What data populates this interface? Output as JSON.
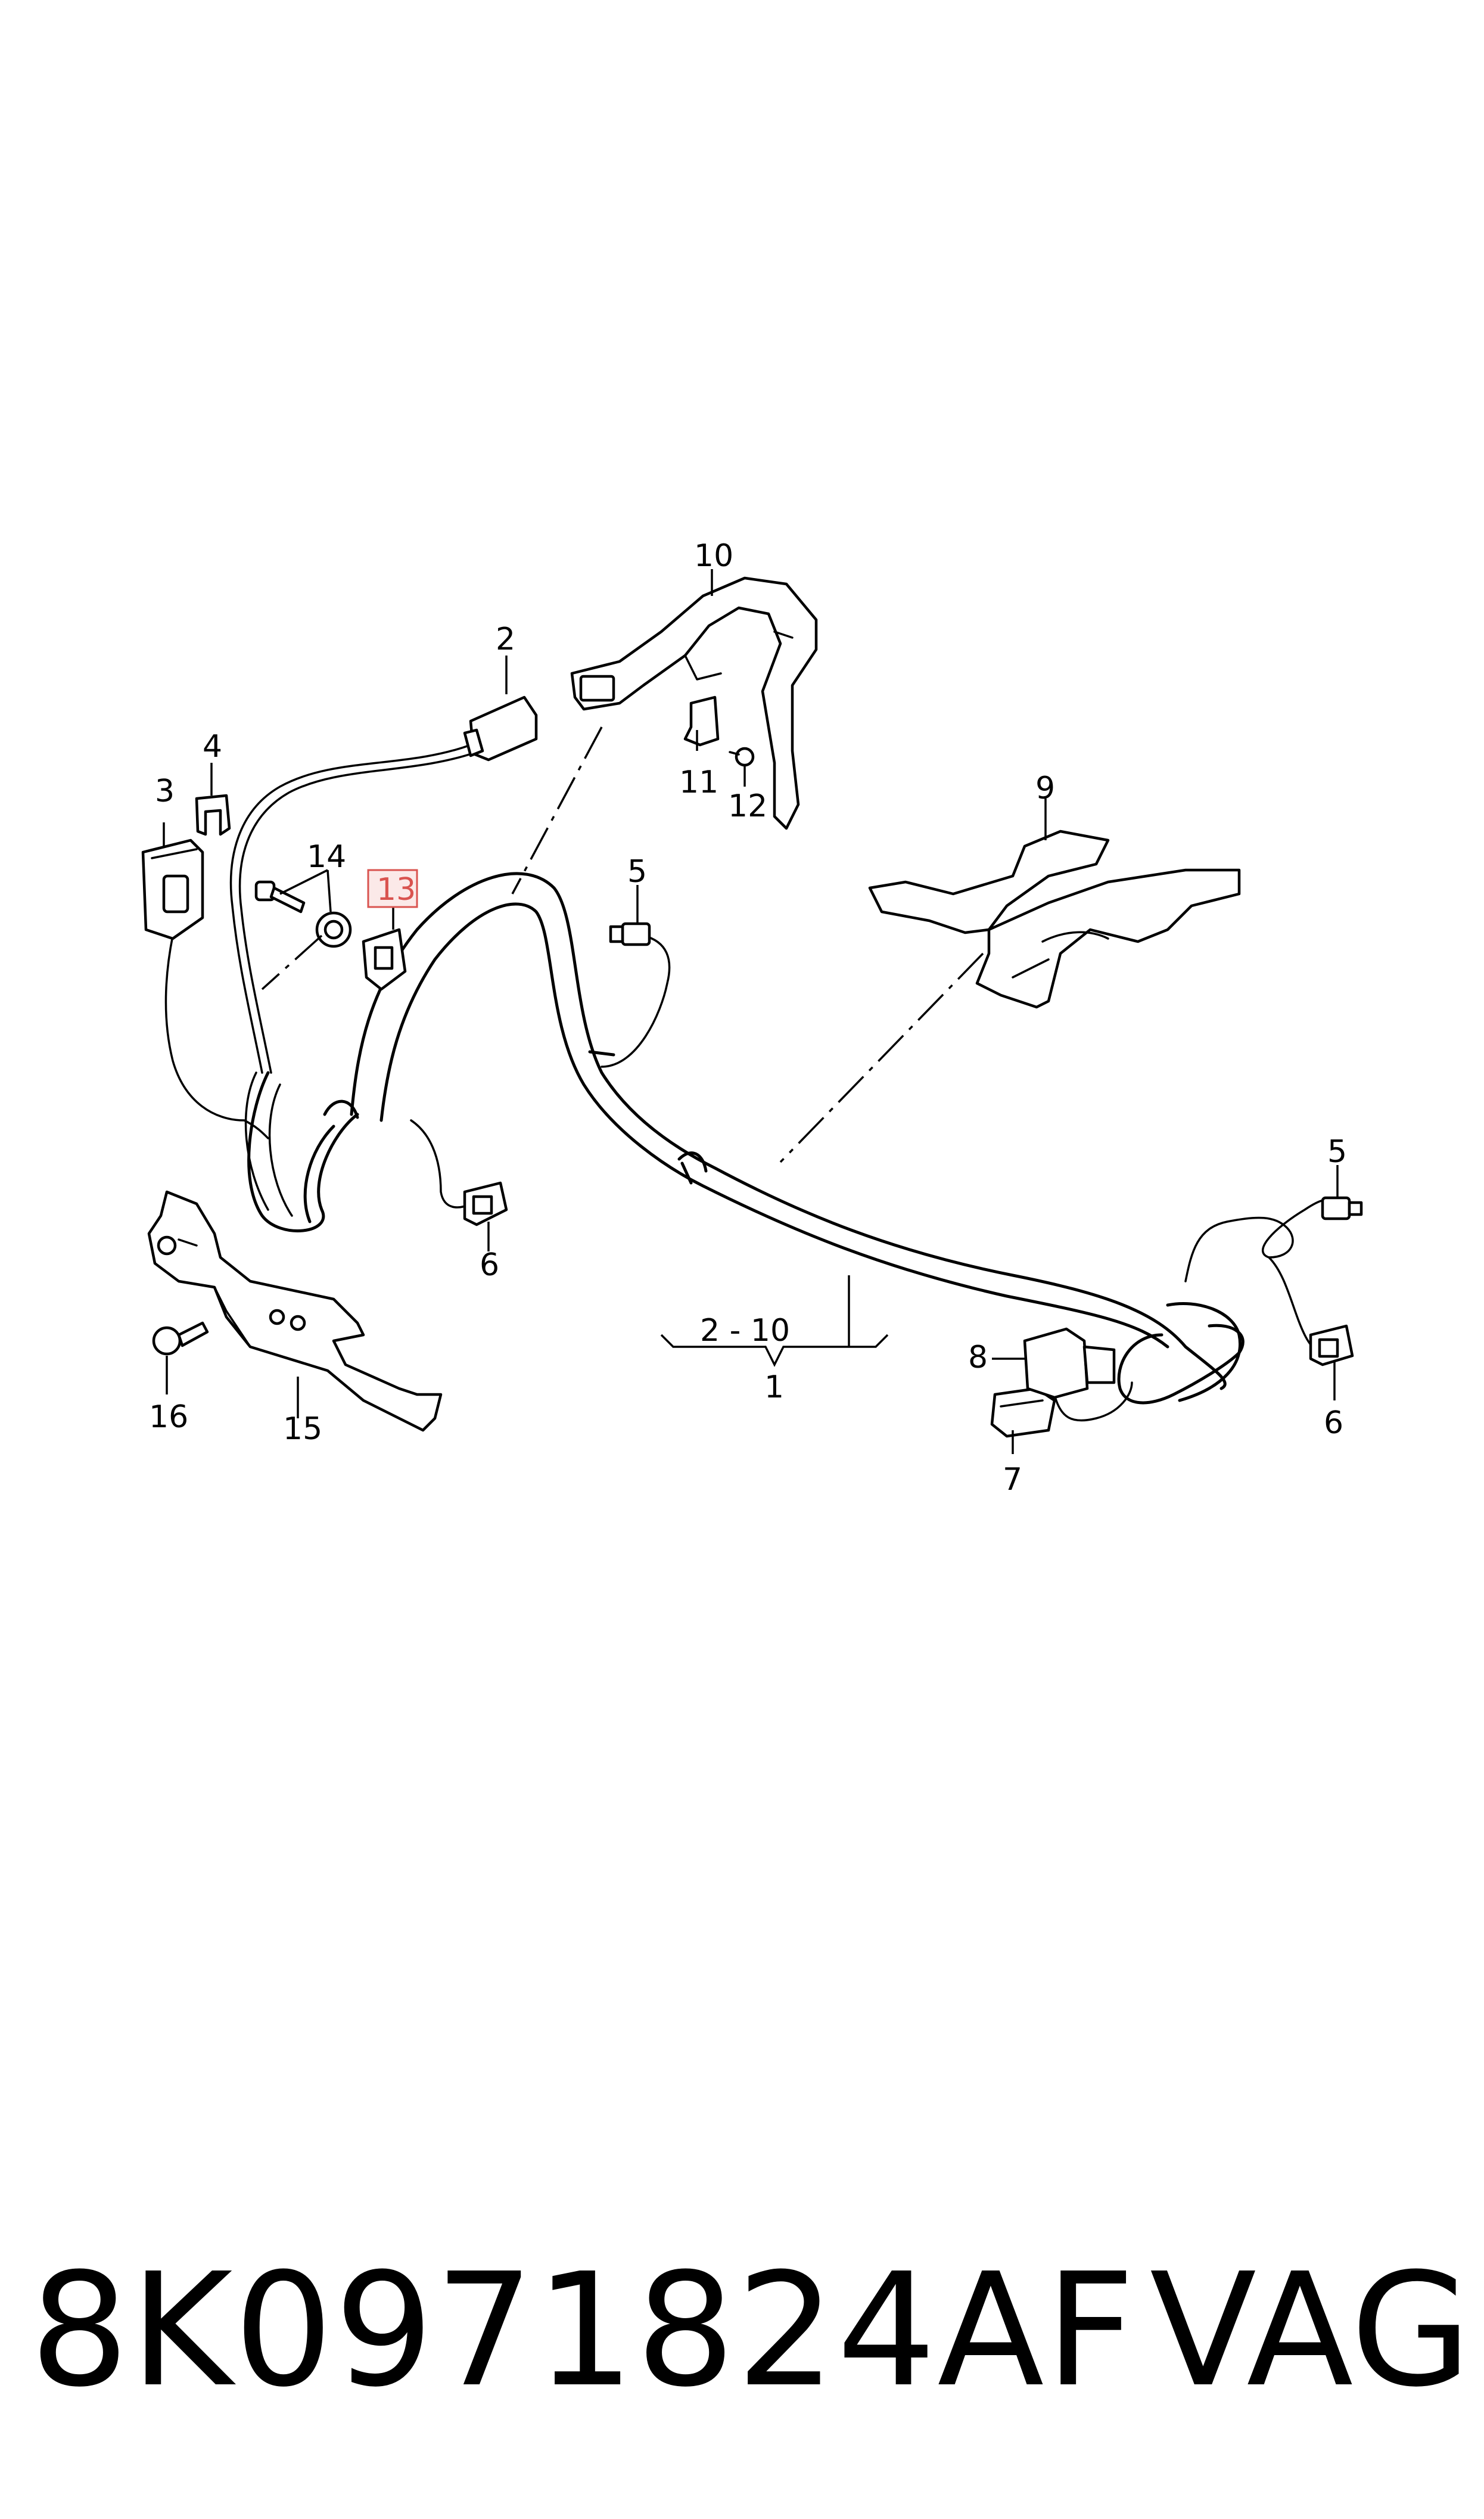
{
  "callouts": {
    "c1": "1",
    "c2": "2",
    "c3": "3",
    "c4": "4",
    "c5a": "5",
    "c5b": "5",
    "c6a": "6",
    "c6b": "6",
    "c7": "7",
    "c8": "8",
    "c9": "9",
    "c10": "10",
    "c11": "11",
    "c12": "12",
    "c13": "13",
    "c14": "14",
    "c15": "15",
    "c16": "16",
    "range": "2 - 10"
  },
  "highlight_color": "#d9534f",
  "footer": {
    "part_number": "8K0971824AF",
    "brand": "VAG"
  }
}
